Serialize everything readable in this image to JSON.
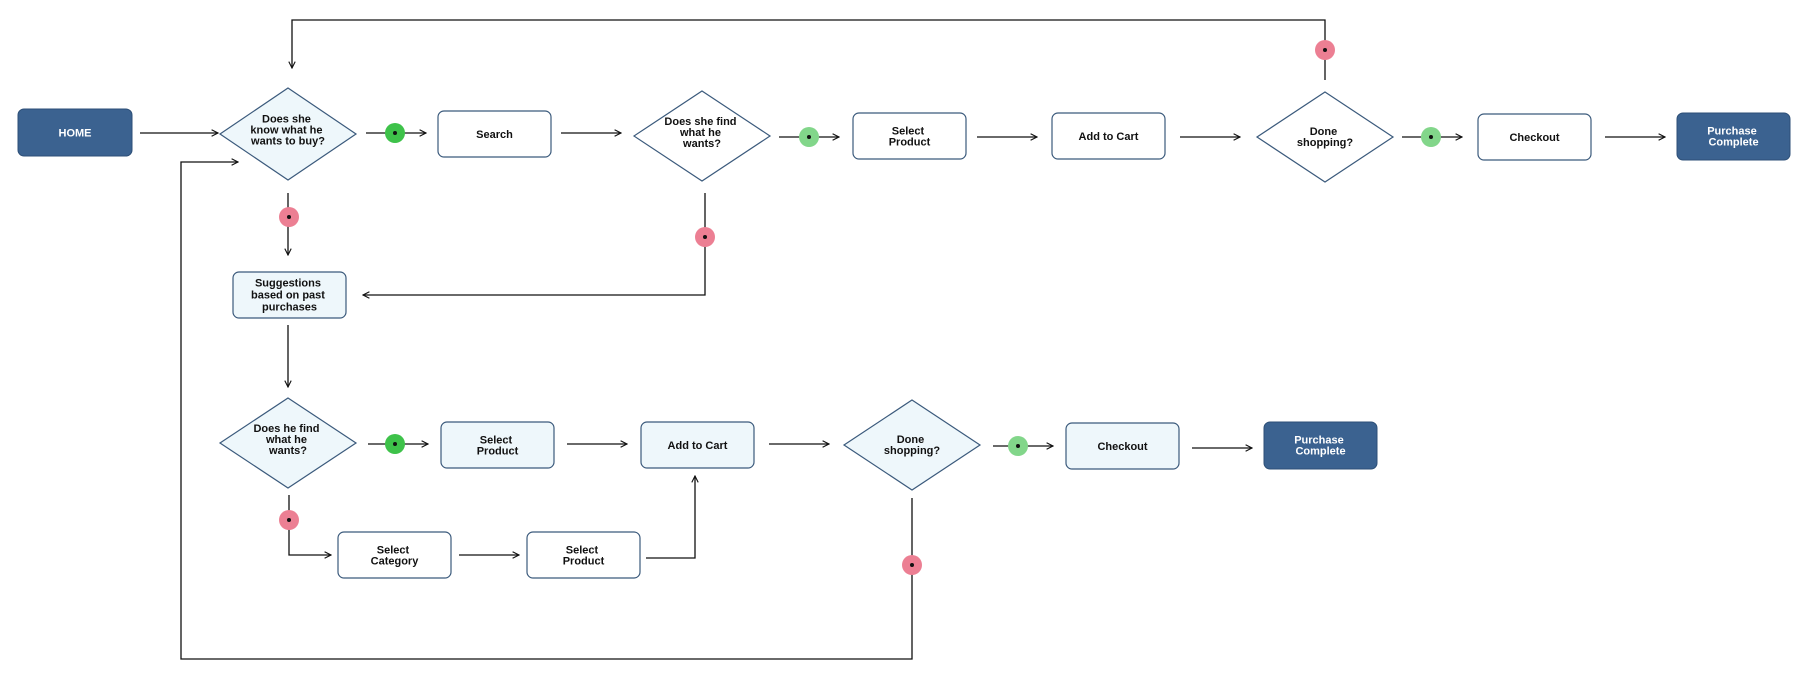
{
  "colors": {
    "home_fill": "#3b6290",
    "box_stroke": "#3b5a7c",
    "light_fill": "#eef7fb",
    "line": "#111111",
    "yes_top": "#3ec24a",
    "yes_bottom": "#82d68a",
    "no": "#ec7f93"
  },
  "nodes": {
    "home": "HOME",
    "q_knows": [
      "Does she",
      "know what he",
      "wants to buy?"
    ],
    "search": "Search",
    "q_find_top": [
      "Does she find",
      "what he",
      "wants?"
    ],
    "select_product_top": [
      "Select",
      "Product"
    ],
    "add_to_cart_top": "Add to Cart",
    "q_done_top": [
      "Done",
      "shopping?"
    ],
    "checkout_top": "Checkout",
    "purchase_top": [
      "Purchase",
      "Complete"
    ],
    "suggestions": [
      "Suggestions",
      "based on past",
      "purchases"
    ],
    "q_find_bottom": [
      "Does he find",
      "what he",
      "wants?"
    ],
    "select_product_mid": [
      "Select",
      "Product"
    ],
    "add_to_cart_mid": "Add to Cart",
    "q_done_bottom": [
      "Done",
      "shopping?"
    ],
    "checkout_bottom": "Checkout",
    "purchase_bottom": [
      "Purchase",
      "Complete"
    ],
    "select_category": [
      "Select",
      "Category"
    ],
    "select_product_low": [
      "Select",
      "Product"
    ]
  }
}
